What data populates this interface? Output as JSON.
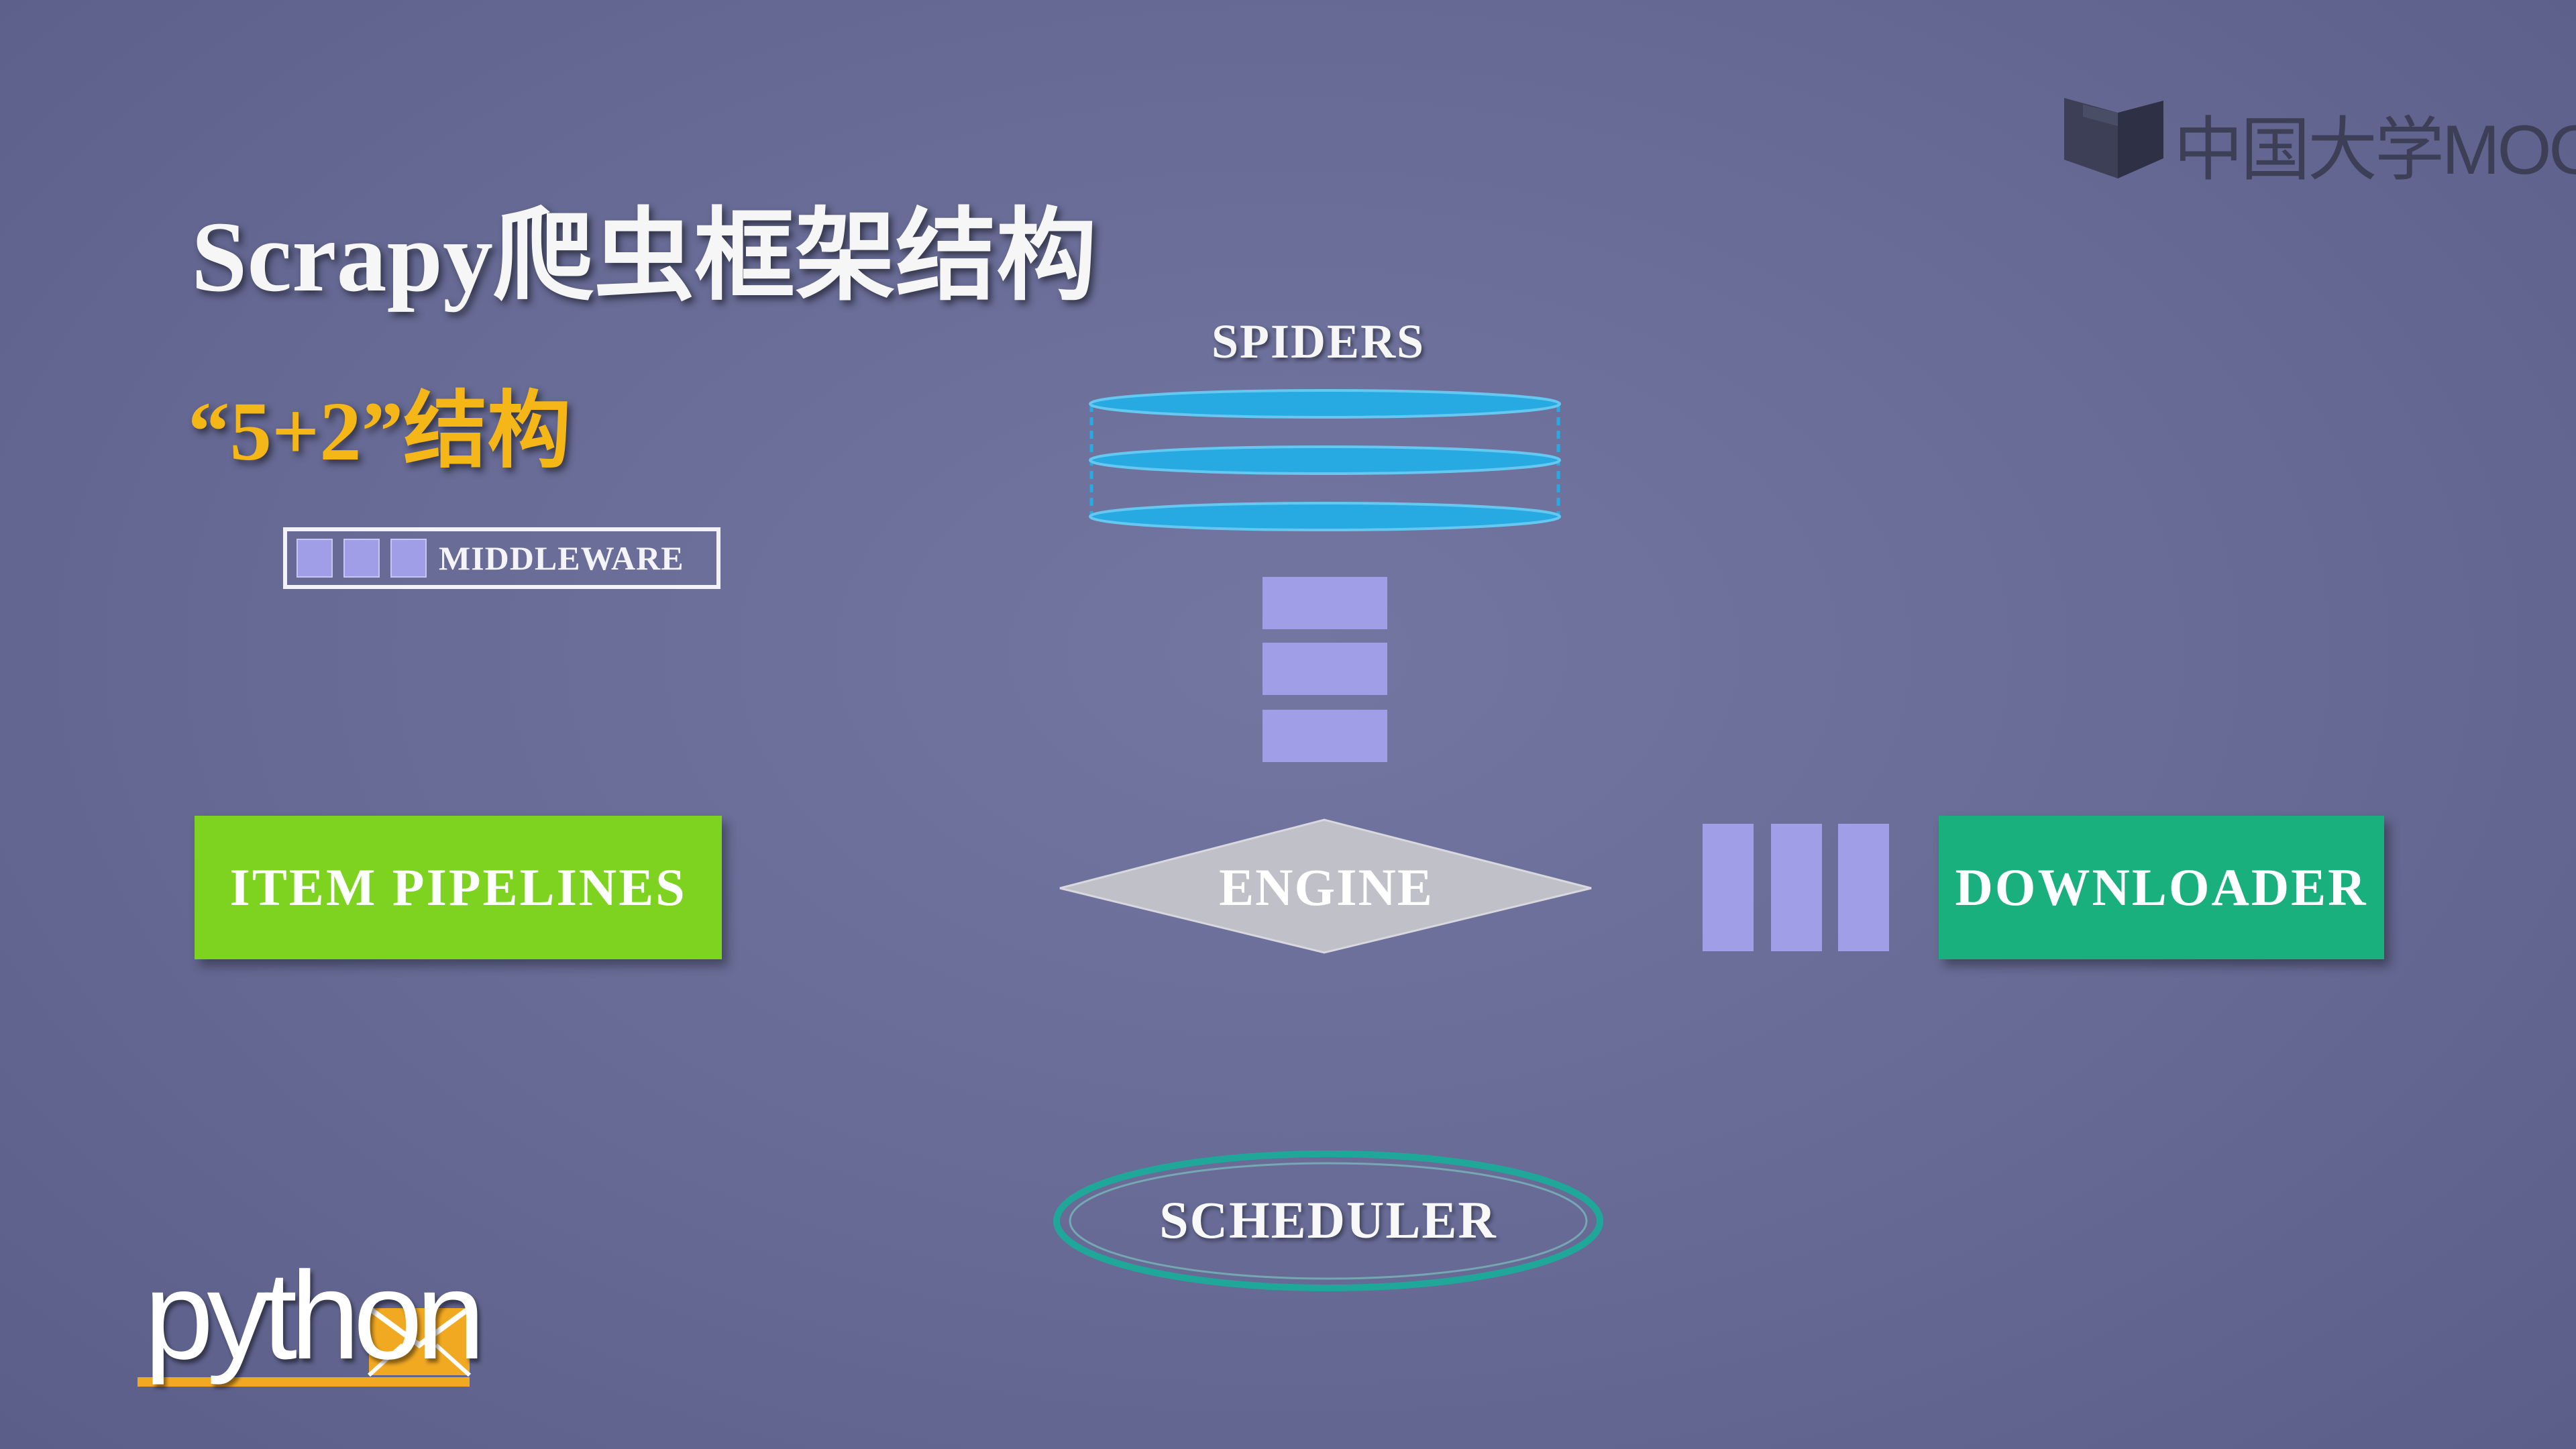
{
  "slide": {
    "title": "Scrapy爬虫框架结构",
    "subtitle": "“5+2”结构"
  },
  "legend": {
    "label": "MIDDLEWARE"
  },
  "logos": {
    "mooc": "中国大学MOOC",
    "python": "python"
  },
  "components": {
    "spiders": "SPIDERS",
    "engine": "ENGINE",
    "item_pipelines": "ITEM PIPELINES",
    "downloader": "DOWNLOADER",
    "scheduler": "SCHEDULER"
  },
  "colors": {
    "background": "#6a6e98",
    "title": "#f6f6f6",
    "subtitle": "#f5b617",
    "middleware": "#a09ee6",
    "spiders": "#27a9e1",
    "engine": "#bfbfc6",
    "item_pipelines": "#7ed321",
    "downloader": "#19b07e",
    "scheduler_ring": "#1fa89a"
  }
}
